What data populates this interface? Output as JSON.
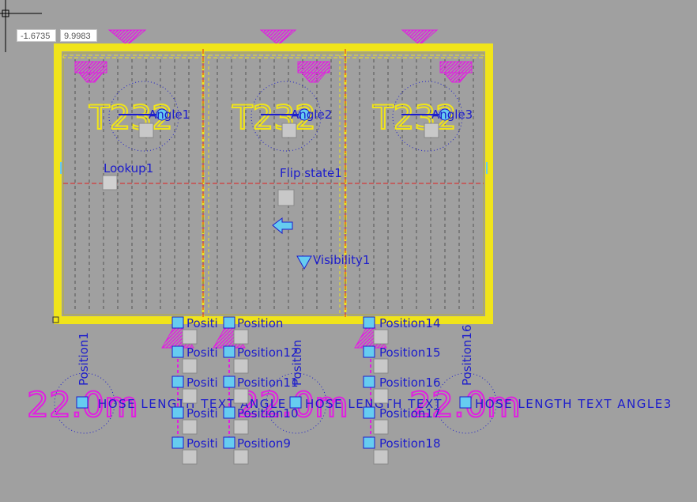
{
  "coords": {
    "x": "-1.6735",
    "y": "9.9983"
  },
  "colors": {
    "background": "#a0a0a0",
    "frame": "#f0e41a",
    "param_label": "#1c1ccc",
    "grip": "#66ccf0",
    "magenta": "#e020e0",
    "red_axis": "#e02020"
  },
  "blocks": [
    {
      "tag": "T232",
      "angle": "Angle1"
    },
    {
      "tag": "T232",
      "angle": "Angle2"
    },
    {
      "tag": "T232",
      "angle": "Angle3"
    }
  ],
  "params": {
    "lookup": "Lookup1",
    "flip": "Flip state1",
    "visibility": "Visibility1"
  },
  "vertical_positions": [
    "Position1",
    "Position",
    "Position16"
  ],
  "positions": {
    "col1": [
      "Positi",
      "Positi",
      "Positi",
      "Positi",
      "Positi"
    ],
    "col2": [
      "Position",
      "Position12",
      "Position11",
      "Position10",
      "Position9"
    ],
    "col3": [
      "Position14",
      "Position15",
      "Position16",
      "Position17",
      "Position18"
    ]
  },
  "dims": [
    {
      "value": "22.0m",
      "text": "HOSE LENGTH TEXT ANGLE"
    },
    {
      "value": "22.0m",
      "text": "HOSE LENGTH TEXT"
    },
    {
      "value": "22.0m",
      "text": "HOSE LENGTH TEXT ANGLE3"
    }
  ]
}
